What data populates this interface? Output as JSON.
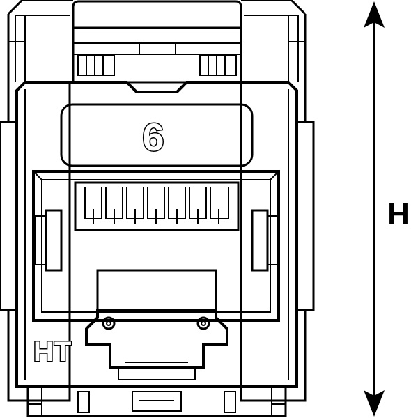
{
  "diagram": {
    "category_mark": "6",
    "brand_mark": "HT",
    "dimension_label": "H"
  }
}
